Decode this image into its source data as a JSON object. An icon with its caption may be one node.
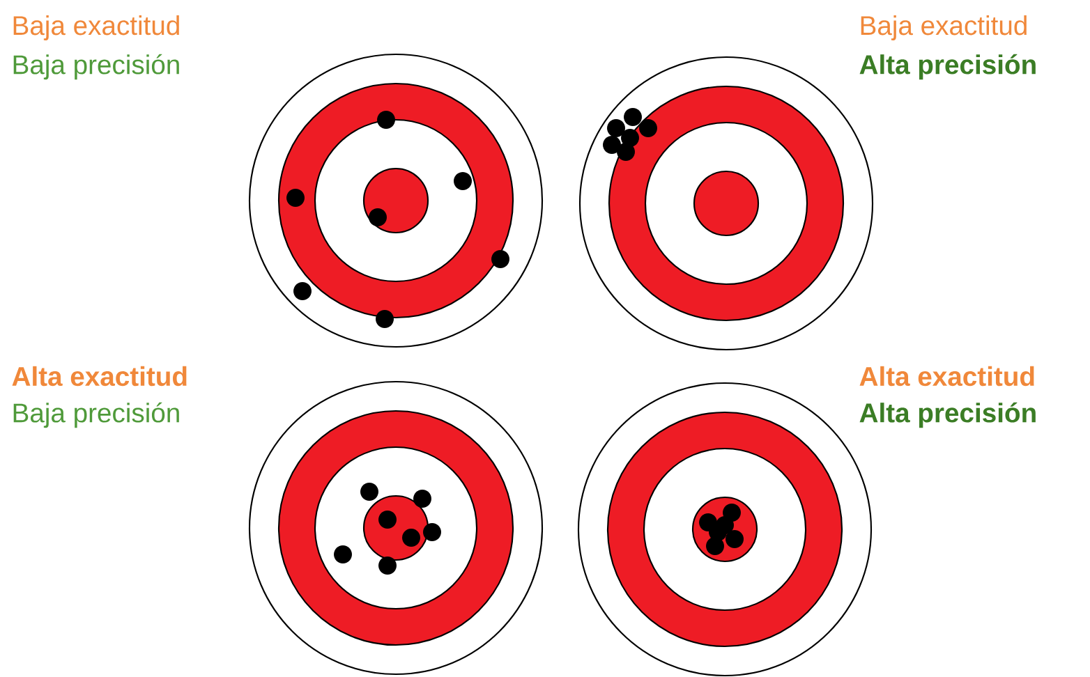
{
  "diagram": {
    "labels": [
      "Baja exactitud",
      "Baja precisión",
      "Baja exactitud",
      "Alta precisión",
      "Alta exactitud",
      "Baja precisión",
      "Alta exactitud",
      "Alta precisión"
    ]
  }
}
